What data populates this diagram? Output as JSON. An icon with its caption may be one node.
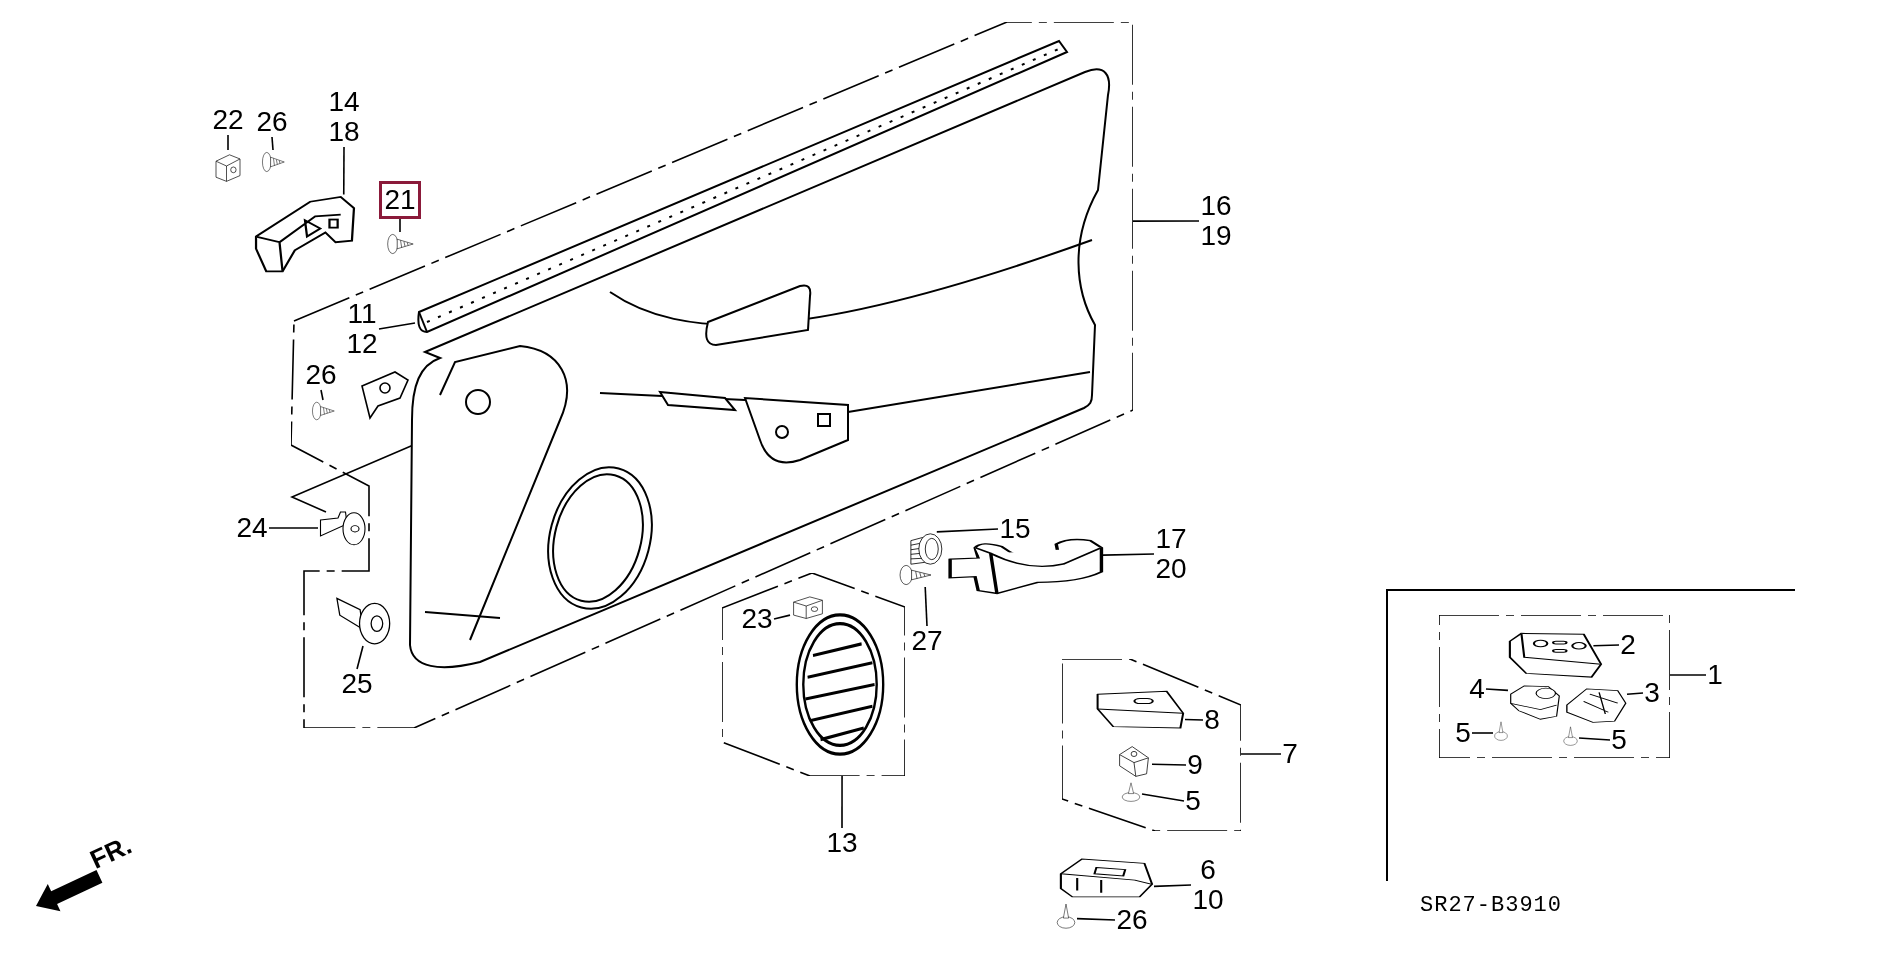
{
  "diagram": {
    "nodes": [
      {
        "text": [
          "22"
        ]
      },
      {
        "text": [
          "26"
        ]
      },
      {
        "text": [
          "14",
          "18"
        ]
      },
      {
        "text": [
          "21"
        ]
      },
      {
        "text": [],
        "shape": "picture"
      },
      {
        "text": [],
        "shape": "picture"
      },
      {
        "text": [],
        "shape": "picture"
      },
      {
        "text": [],
        "shape": "picture"
      },
      {
        "text": [],
        "shape": "box"
      },
      {
        "text": [
          "11",
          "12"
        ],
        "in": 8
      },
      {
        "text": [],
        "shape": "picture",
        "in": 8
      },
      {
        "text": [
          "26"
        ],
        "in": 8
      },
      {
        "text": [],
        "shape": "picture",
        "in": 8
      },
      {
        "text": [
          "16",
          "19"
        ]
      },
      {
        "text": [
          "24"
        ]
      },
      {
        "text": [],
        "shape": "picture"
      },
      {
        "text": [],
        "shape": "picture",
        "in": 8
      },
      {
        "text": [
          "25"
        ],
        "in": 8
      },
      {
        "text": [
          "15"
        ]
      },
      {
        "text": [],
        "shape": "picture"
      },
      {
        "text": [
          "17",
          "20"
        ]
      },
      {
        "text": [],
        "shape": "picture"
      },
      {
        "text": [
          "27"
        ]
      },
      {
        "text": [],
        "shape": "picture"
      },
      {
        "text": [],
        "shape": "box"
      },
      {
        "text": [
          "23"
        ],
        "in": 24
      },
      {
        "text": [],
        "shape": "picture",
        "in": 24
      },
      {
        "text": [],
        "shape": "picture",
        "in": 24
      },
      {
        "text": [
          "13"
        ]
      },
      {
        "text": [],
        "shape": "box"
      },
      {
        "text": [],
        "shape": "picture",
        "in": 29
      },
      {
        "text": [
          "8"
        ],
        "in": 29
      },
      {
        "text": [],
        "shape": "picture",
        "in": 29
      },
      {
        "text": [
          "9"
        ],
        "in": 29
      },
      {
        "text": [],
        "shape": "picture",
        "in": 29
      },
      {
        "text": [
          "5"
        ],
        "in": 29
      },
      {
        "text": [
          "7"
        ]
      },
      {
        "text": [],
        "shape": "picture"
      },
      {
        "text": [
          "6",
          "10"
        ]
      },
      {
        "text": [],
        "shape": "picture"
      },
      {
        "text": [
          "26"
        ]
      },
      {
        "text": [],
        "shape": "box"
      },
      {
        "text": [],
        "shape": "picture",
        "in": 41
      },
      {
        "text": [
          "2"
        ],
        "in": 41
      },
      {
        "text": [
          "4"
        ],
        "in": 41
      },
      {
        "text": [],
        "shape": "picture",
        "in": 41
      },
      {
        "text": [],
        "shape": "picture",
        "in": 41
      },
      {
        "text": [
          "3"
        ],
        "in": 41
      },
      {
        "text": [
          "5"
        ],
        "in": 41
      },
      {
        "text": [],
        "shape": "picture",
        "in": 41
      },
      {
        "text": [],
        "shape": "picture",
        "in": 41
      },
      {
        "text": [
          "5"
        ],
        "in": 41
      },
      {
        "text": [
          "1"
        ]
      }
    ],
    "edges": [
      {
        "from": 0,
        "to": 4,
        "arrow": "none"
      },
      {
        "from": 1,
        "to": 5,
        "arrow": "none"
      },
      {
        "from": 2,
        "to": 6,
        "arrow": "none"
      },
      {
        "from": 3,
        "to": 7,
        "arrow": "none"
      },
      {
        "from": 9,
        "to": 10,
        "arrow": "none"
      },
      {
        "from": 11,
        "to": 12,
        "arrow": "none"
      },
      {
        "from": 13,
        "to": 8,
        "arrow": "none"
      },
      {
        "from": 14,
        "to": 15,
        "arrow": "none"
      },
      {
        "from": 17,
        "to": 16,
        "arrow": "none"
      },
      {
        "from": 18,
        "to": 19,
        "arrow": "none"
      },
      {
        "from": 20,
        "to": 21,
        "arrow": "none"
      },
      {
        "from": 22,
        "to": 23,
        "arrow": "none"
      },
      {
        "from": 25,
        "to": 26,
        "arrow": "none"
      },
      {
        "from": 28,
        "to": 24,
        "arrow": "none"
      },
      {
        "from": 31,
        "to": 30,
        "arrow": "none"
      },
      {
        "from": 33,
        "to": 32,
        "arrow": "none"
      },
      {
        "from": 35,
        "to": 34,
        "arrow": "none"
      },
      {
        "from": 36,
        "to": 29,
        "arrow": "none"
      },
      {
        "from": 38,
        "to": 37,
        "arrow": "none"
      },
      {
        "from": 40,
        "to": 39,
        "arrow": "none"
      },
      {
        "from": 43,
        "to": 42,
        "arrow": "none"
      },
      {
        "from": 44,
        "to": 45,
        "arrow": "none"
      },
      {
        "from": 47,
        "to": 46,
        "arrow": "none"
      },
      {
        "from": 48,
        "to": 49,
        "arrow": "none"
      },
      {
        "from": 51,
        "to": 50,
        "arrow": "none"
      },
      {
        "from": 52,
        "to": 41,
        "arrow": "none"
      }
    ],
    "labels": [
      "FR.",
      "SR27-B3910"
    ]
  }
}
